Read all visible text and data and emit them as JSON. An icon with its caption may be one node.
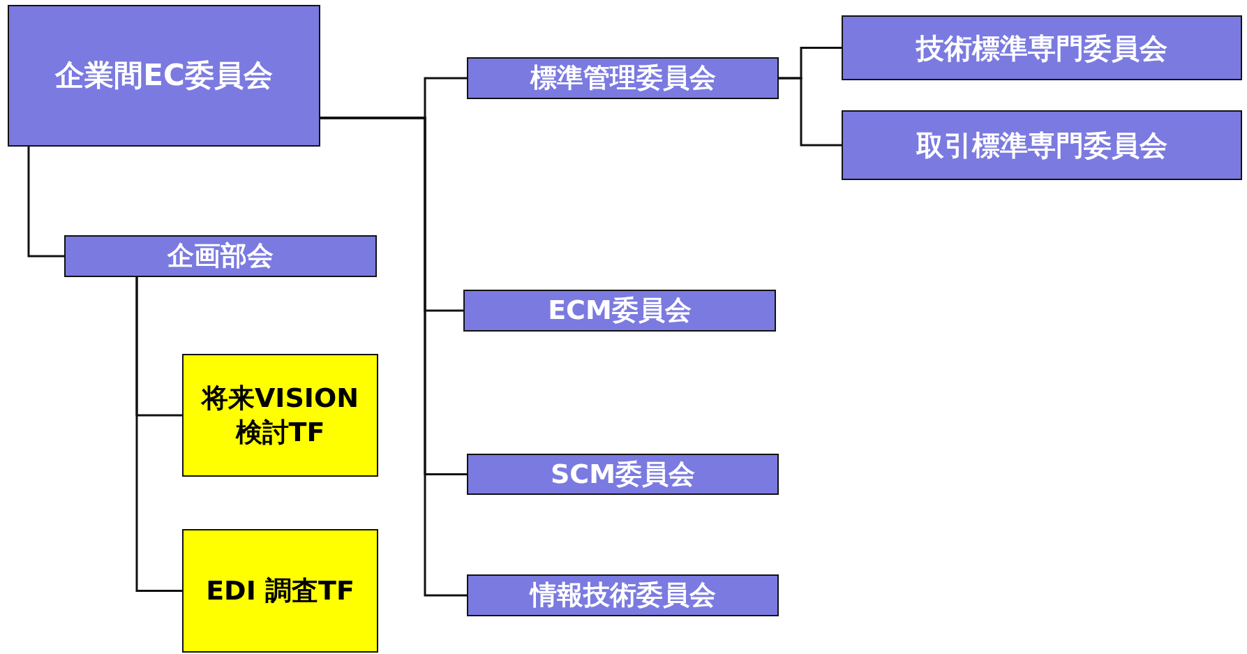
{
  "diagram": {
    "nodes": [
      {
        "text": [
          "企業間EC委員会"
        ]
      },
      {
        "text": [
          "標準管理委員会"
        ]
      },
      {
        "text": [
          "技術標準専門委員会"
        ]
      },
      {
        "text": [
          "取引標準専門委員会"
        ]
      },
      {
        "text": [
          "企画部会"
        ]
      },
      {
        "text": [
          "ECM委員会"
        ]
      },
      {
        "text": [
          "将来VISION検討TF"
        ]
      },
      {
        "text": [
          "SCM委員会"
        ]
      },
      {
        "text": [
          "EDI 調査TF"
        ]
      },
      {
        "text": [
          "情報技術委員会"
        ]
      }
    ],
    "edges": [
      {
        "from": 0,
        "to": 1,
        "arrow": "none"
      },
      {
        "from": 1,
        "to": 2,
        "arrow": "none"
      },
      {
        "from": 1,
        "to": 3,
        "arrow": "none"
      },
      {
        "from": 0,
        "to": 4,
        "arrow": "none"
      },
      {
        "from": 0,
        "to": 5,
        "arrow": "none"
      },
      {
        "from": 4,
        "to": 6,
        "arrow": "none"
      },
      {
        "from": 0,
        "to": 7,
        "arrow": "none"
      },
      {
        "from": 4,
        "to": 8,
        "arrow": "none"
      },
      {
        "from": 0,
        "to": 9,
        "arrow": "none"
      }
    ]
  }
}
